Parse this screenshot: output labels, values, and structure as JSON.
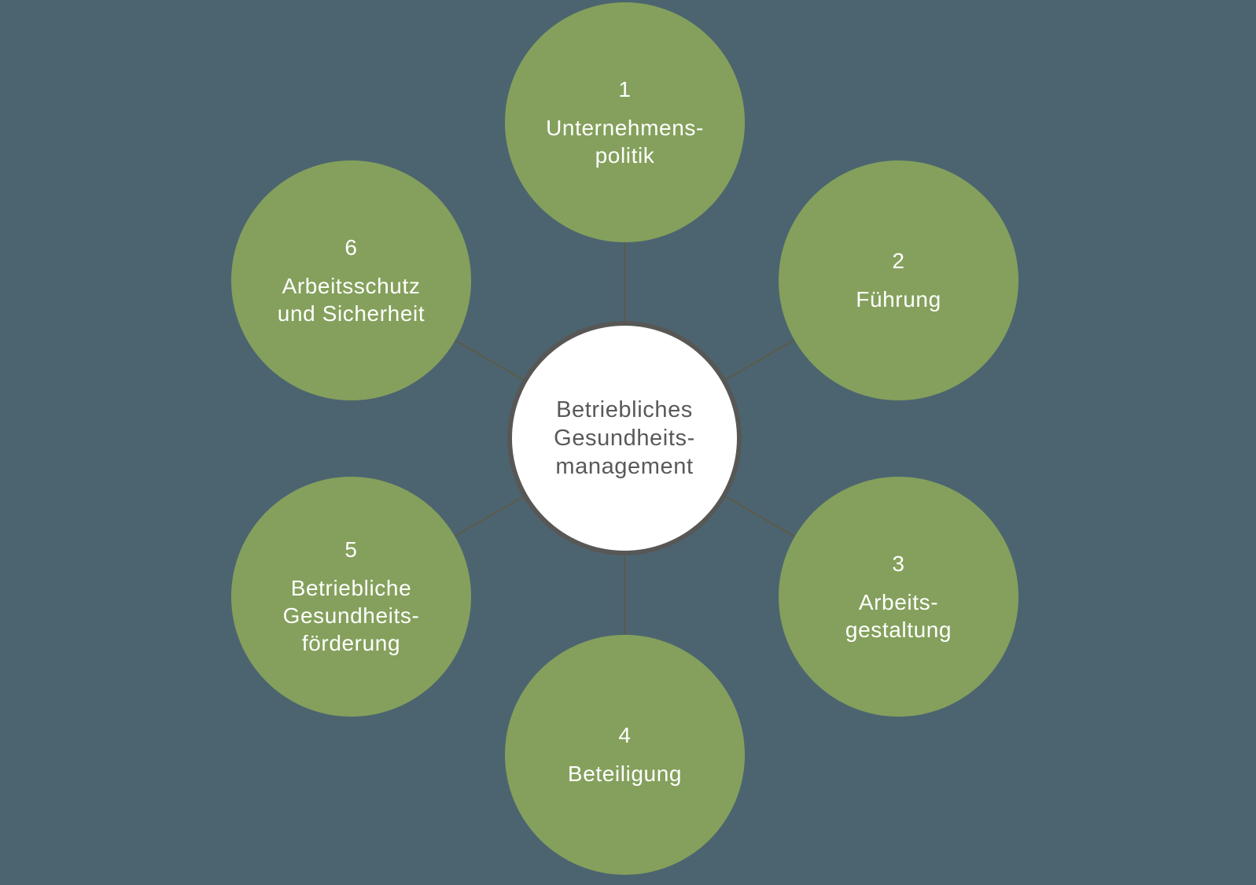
{
  "colors": {
    "background": "#4c6470",
    "node_fill": "#84a05c",
    "node_text": "#ffffff",
    "center_fill": "#ffffff",
    "center_border": "#575756",
    "center_text": "#595959",
    "connector": "#5c5a48"
  },
  "center": {
    "lines": [
      "Betriebliches",
      "Gesundheits-",
      "management"
    ]
  },
  "nodes": [
    {
      "number": "1",
      "lines": [
        "Unternehmens-",
        "politik"
      ]
    },
    {
      "number": "2",
      "lines": [
        "Führung"
      ]
    },
    {
      "number": "3",
      "lines": [
        "Arbeits-",
        "gestaltung"
      ]
    },
    {
      "number": "4",
      "lines": [
        "Beteiligung"
      ]
    },
    {
      "number": "5",
      "lines": [
        "Betriebliche",
        "Gesundheits-",
        "förderung"
      ]
    },
    {
      "number": "6",
      "lines": [
        "Arbeitsschutz",
        "und Sicherheit"
      ]
    }
  ]
}
